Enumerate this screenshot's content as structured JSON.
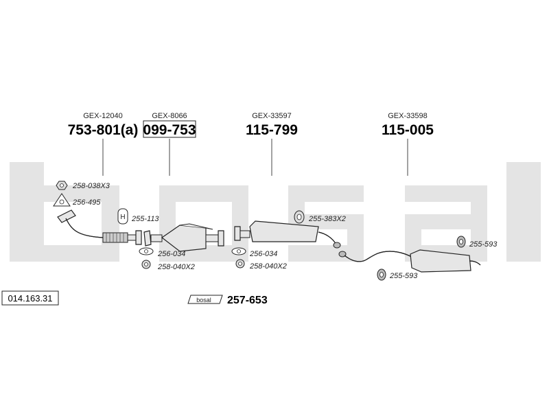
{
  "watermark": "bosal",
  "diagram_id": "014.163.31",
  "kit": {
    "code": "257-653",
    "label": "bosal"
  },
  "sections": [
    {
      "gex": "GEX-12040",
      "part": "753-801(a)"
    },
    {
      "gex": "GEX-8066",
      "part": "099-753"
    },
    {
      "gex": "GEX-33597",
      "part": "115-799"
    },
    {
      "gex": "GEX-33598",
      "part": "115-005"
    }
  ],
  "small_parts": [
    "258-038X3",
    "256-495",
    "255-113",
    "256-034",
    "258-040X2",
    "256-034",
    "258-040X2",
    "255-383X2",
    "255-593",
    "255-593"
  ]
}
